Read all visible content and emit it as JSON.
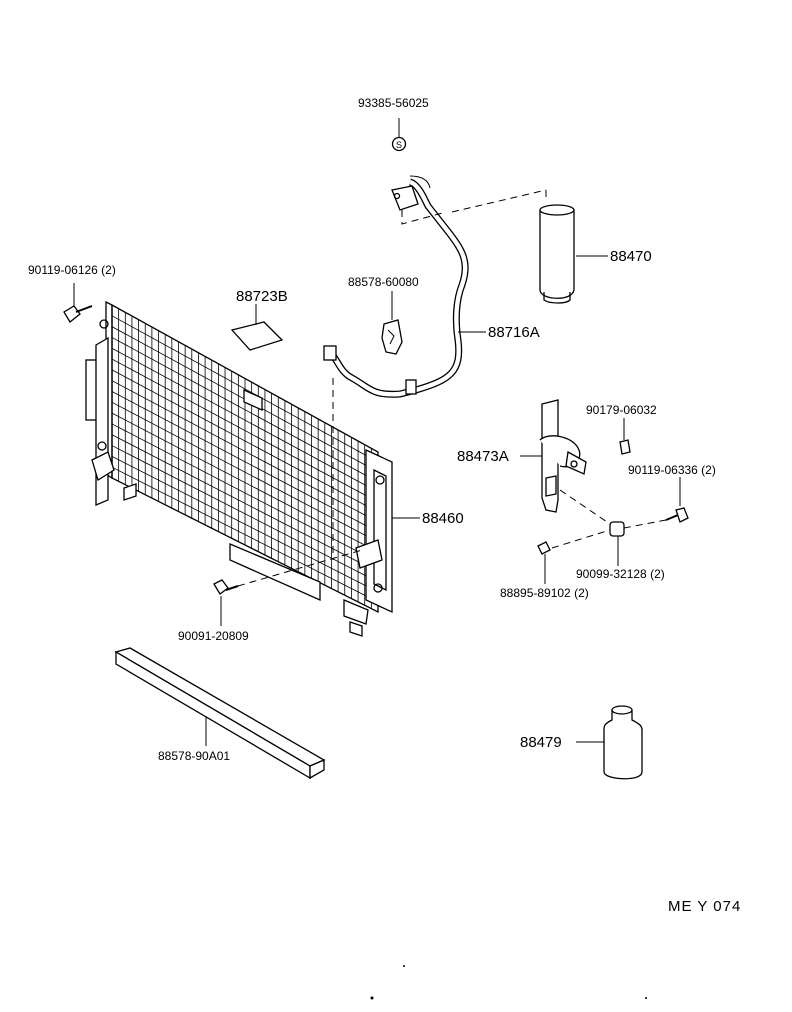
{
  "diagram": {
    "code": "ME Y 074",
    "labels": {
      "p93385": "93385-56025",
      "p88470": "88470",
      "p90119a": "90119-06126 (2)",
      "p88723b": "88723B",
      "p88578a": "88578-60080",
      "p88716a": "88716A",
      "p90179": "90179-06032",
      "p88473a": "88473A",
      "p90119b": "90119-06336 (2)",
      "p88460": "88460",
      "p90099": "90099-32128 (2)",
      "p88895": "88895-89102 (2)",
      "p90091": "90091-20809",
      "p88578b": "88578-90A01",
      "p88479": "88479"
    }
  }
}
